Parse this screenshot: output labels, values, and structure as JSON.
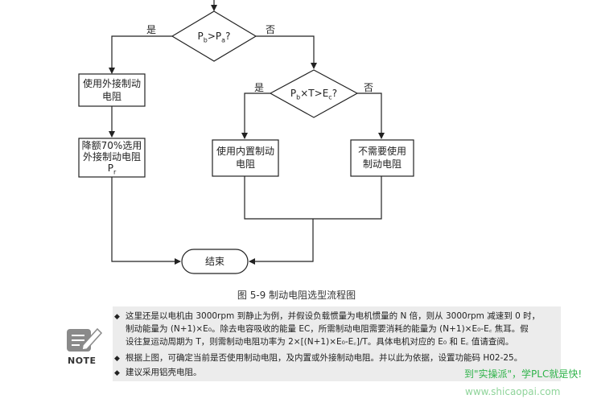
{
  "diagram": {
    "decision1": "P_b>P_a?",
    "decision2": "P_b×T>E_c?",
    "yes_label": "是",
    "no_label": "否",
    "box_external": [
      "使用外接制动",
      "电阻"
    ],
    "box_derate": [
      "降额70%选用",
      "外接制动电阻",
      "P_r"
    ],
    "box_internal": [
      "使用内置制动",
      "电阻"
    ],
    "box_none": [
      "不需要使用",
      "制动电阻"
    ],
    "end_label": "结束"
  },
  "caption": "图 5-9  制动电阻选型流程图",
  "note": {
    "label": "NOTE",
    "bullet_mark": "◆",
    "bullet1_line1": "这里还是以电机由 3000rpm 到静止为例，并假设负载惯量为电机惯量的 N 倍，则从 3000rpm 减速到 0 时，",
    "bullet1_line2": "制动能量为 (N+1)×E₀。除去电容吸收的能量 EC，所需制动电阻需要消耗的能量为 (N+1)×E₀-E꜀ 焦耳。假",
    "bullet1_line3": "设往复运动周期为 T，则需制动电阻功率为 2×[(N+1)×E₀-E꜀]/T。具体电机对应的 E₀ 和 E꜀ 值请查阅。",
    "bullet2": "根据上图，可确定当前是否使用制动电阻，及内置或外接制动电阻。并以此为依据，设置功能码 H02-25。",
    "bullet3": "建议采用铝壳电阻。"
  },
  "watermark": {
    "line1": "到\"实操派\"，学PLC就是快!",
    "line2": "www.shicaopai.com"
  }
}
